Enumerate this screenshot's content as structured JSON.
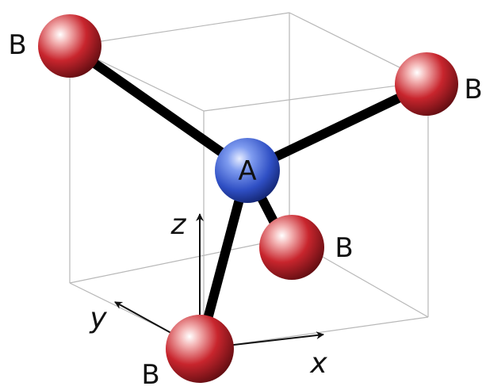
{
  "labels": {
    "center_atom": "A",
    "atom_top_left": "B",
    "atom_top_right": "B",
    "atom_front_right": "B",
    "atom_bottom": "B",
    "axis_x": "x",
    "axis_y": "y",
    "axis_z": "z"
  },
  "colors": {
    "atom_a": "#3a5bd1",
    "atom_b": "#c0262c",
    "bond": "#000000",
    "cube_edge": "#b8b8b8"
  }
}
